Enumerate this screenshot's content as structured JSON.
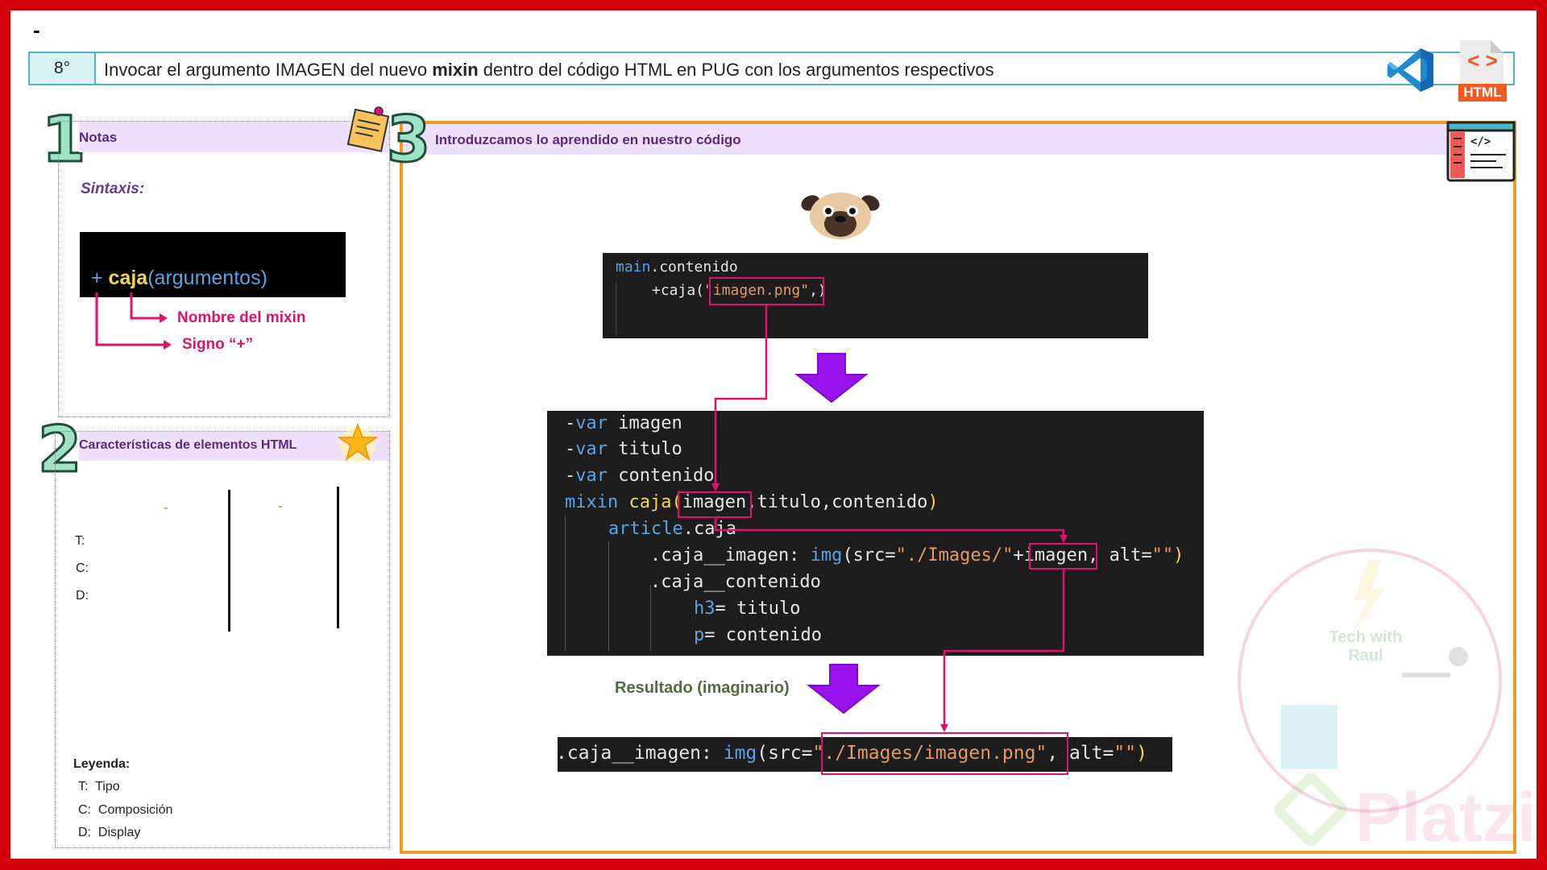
{
  "header": {
    "dash": "-",
    "step_number": "8°",
    "title_pre": "Invocar el argumento IMAGEN del nuevo ",
    "title_bold": "mixin",
    "title_post": " dentro del código HTML en PUG con los argumentos respectivos",
    "html_badge": "HTML",
    "html_badge_icon": "< >"
  },
  "panel1": {
    "number": "1",
    "title": "Notas",
    "sintaxis_label": "Sintaxis:",
    "code_plus": "+ ",
    "code_name": "caja",
    "code_args": "(argumentos)",
    "annotation_name": "Nombre del mixin",
    "annotation_sign": "Signo “+”"
  },
  "panel2": {
    "number": "2",
    "title": "Características de elementos HTML",
    "col_dash_1": "-",
    "col_dash_2": "-",
    "row_t": "T:",
    "row_c": "C:",
    "row_d": "D:",
    "legend_title": "Leyenda:",
    "legend": [
      {
        "key": "T:",
        "value": "Tipo"
      },
      {
        "key": "C:",
        "value": "Composición"
      },
      {
        "key": "D:",
        "value": "Display"
      }
    ]
  },
  "panel3": {
    "number": "3",
    "title": "Introduzcamos lo aprendido en nuestro código",
    "code_top": {
      "line1_sel": "main",
      "line1_cls": ".contenido",
      "line2_call": "+caja(",
      "line2_str": "\"imagen.png\"",
      "line2_end": ",)"
    },
    "code_mid": {
      "l1_a": "-",
      "l1_b": "var",
      "l1_c": " imagen",
      "l2_a": "-",
      "l2_b": "var",
      "l2_c": " titulo",
      "l3_a": "-",
      "l3_b": "var",
      "l3_c": " contenido",
      "l4_a": "mixin",
      "l4_b": " caja",
      "l4_c": "(",
      "l4_d": "imagen",
      "l4_e": ",titulo,contenido",
      "l4_f": ")",
      "l5_a": "article",
      "l5_b": ".caja",
      "l6_a": ".caja__imagen: ",
      "l6_b": "img",
      "l6_c": "(src=",
      "l6_d": "\"./Images/\"",
      "l6_e": "+",
      "l6_f": "imagen",
      "l6_g": ", alt=",
      "l6_h": "\"\"",
      "l6_i": ")",
      "l7_a": ".caja__contenido",
      "l8_a": "h3",
      "l8_b": "= titulo",
      "l9_a": "p",
      "l9_b": "= contenido"
    },
    "resultado_label": "Resultado (imaginario)",
    "code_result": {
      "a": ".caja__imagen: ",
      "b": "img",
      "c": "(src=",
      "d": "\"./Images/imagen.png\"",
      "e": ", alt=",
      "f": "\"\"",
      "g": ")"
    }
  },
  "watermark": {
    "brand": "Platzi",
    "badge_line1": "Tech with",
    "badge_line2": "Raul"
  },
  "colors": {
    "frame": "#d3000b",
    "accent_orange": "#f29a1b",
    "header_teal": "#4bb6c7",
    "annotation_pink": "#e0106d",
    "arrow_purple": "#9a12ee"
  }
}
